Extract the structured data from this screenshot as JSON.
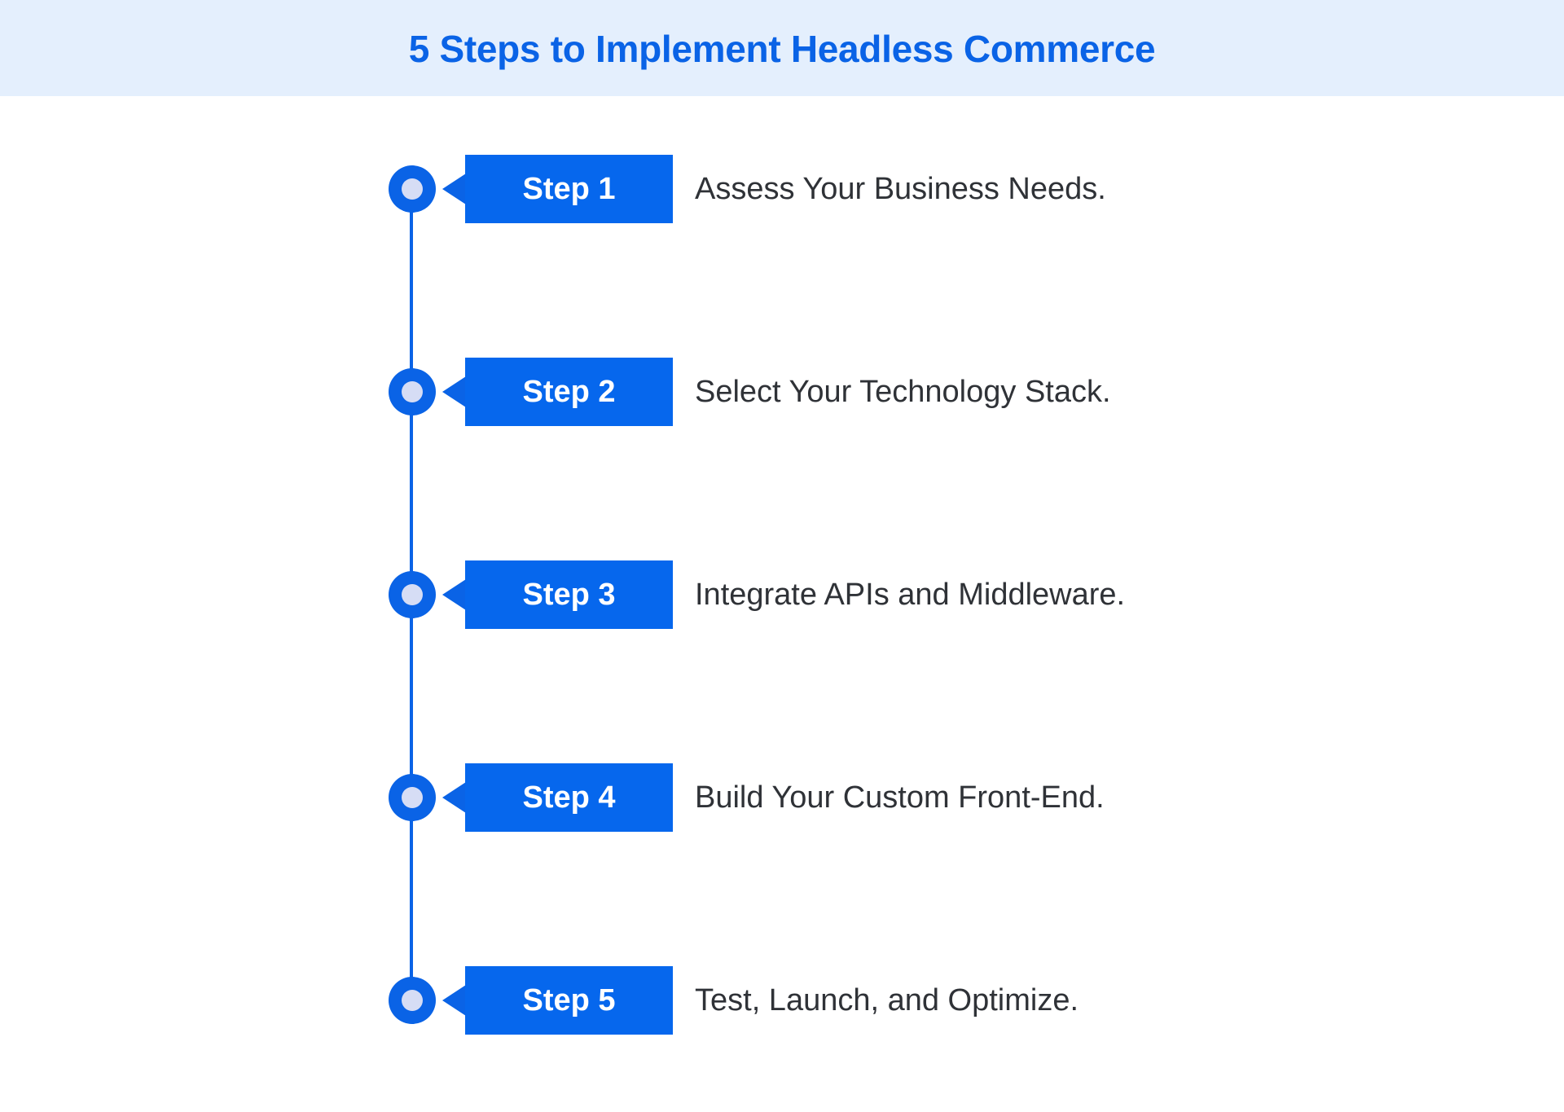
{
  "title": "5 Steps to Implement Headless Commerce",
  "colors": {
    "primary": "#0a63e6",
    "header_bg": "#e4effd",
    "dot_inner": "#d6ddf5",
    "text": "#2f3237"
  },
  "steps": [
    {
      "label": "Step 1",
      "description": "Assess Your Business Needs."
    },
    {
      "label": "Step 2",
      "description": "Select Your Technology Stack."
    },
    {
      "label": "Step 3",
      "description": "Integrate APIs and Middleware."
    },
    {
      "label": "Step 4",
      "description": "Build Your Custom Front-End."
    },
    {
      "label": "Step 5",
      "description": "Test, Launch, and Optimize."
    }
  ]
}
